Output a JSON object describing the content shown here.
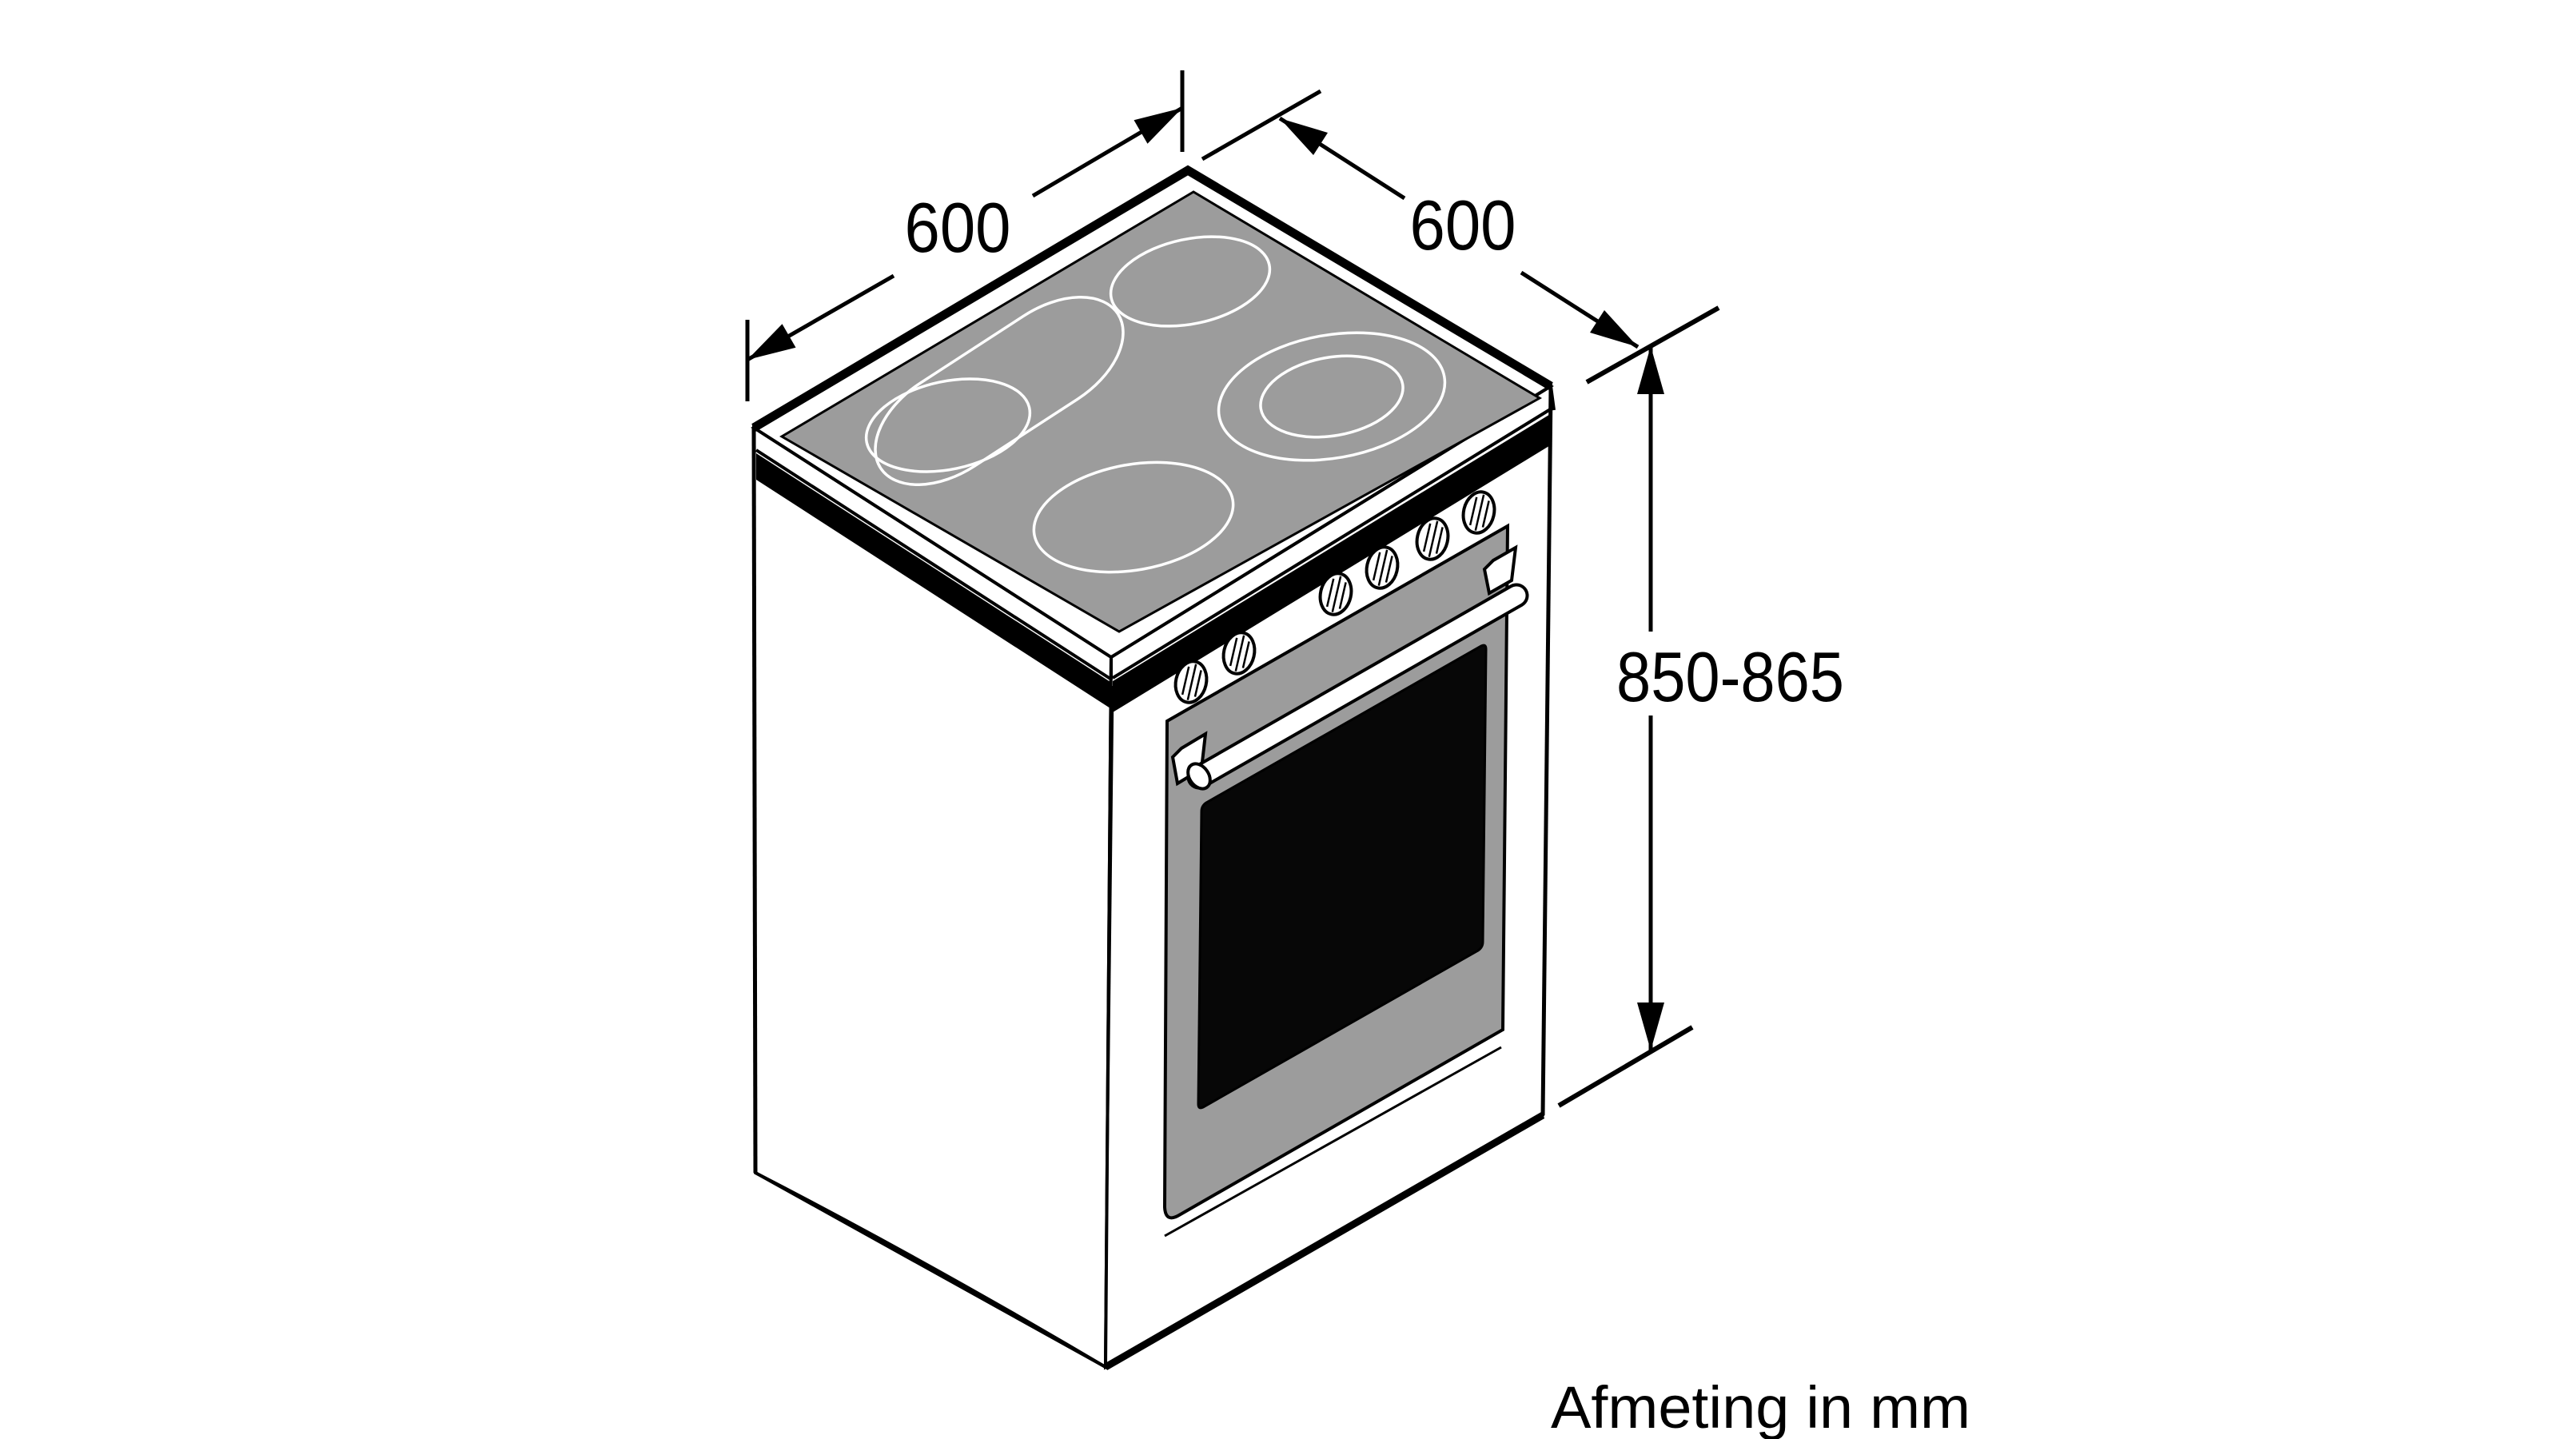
{
  "caption": {
    "text": "Afmeting in mm"
  },
  "dimensions": {
    "width": {
      "label": "600",
      "unit": "mm",
      "measured_edge": "hob-top-left-edge"
    },
    "depth": {
      "label": "600",
      "unit": "mm",
      "measured_edge": "hob-top-right-edge"
    },
    "height": {
      "label": "850-865",
      "unit": "mm",
      "measured_edge": "cabinet-right-vertical"
    }
  },
  "appliance": {
    "kind": "freestanding-cooker-with-ceramic-hob",
    "hob_zone_count": 4,
    "control_knob_count": 6
  },
  "colors": {
    "line": "#000000",
    "glass": "#9c9c9c",
    "door": "#9c9c9c",
    "window": "#070707",
    "bg": "#ffffff"
  }
}
